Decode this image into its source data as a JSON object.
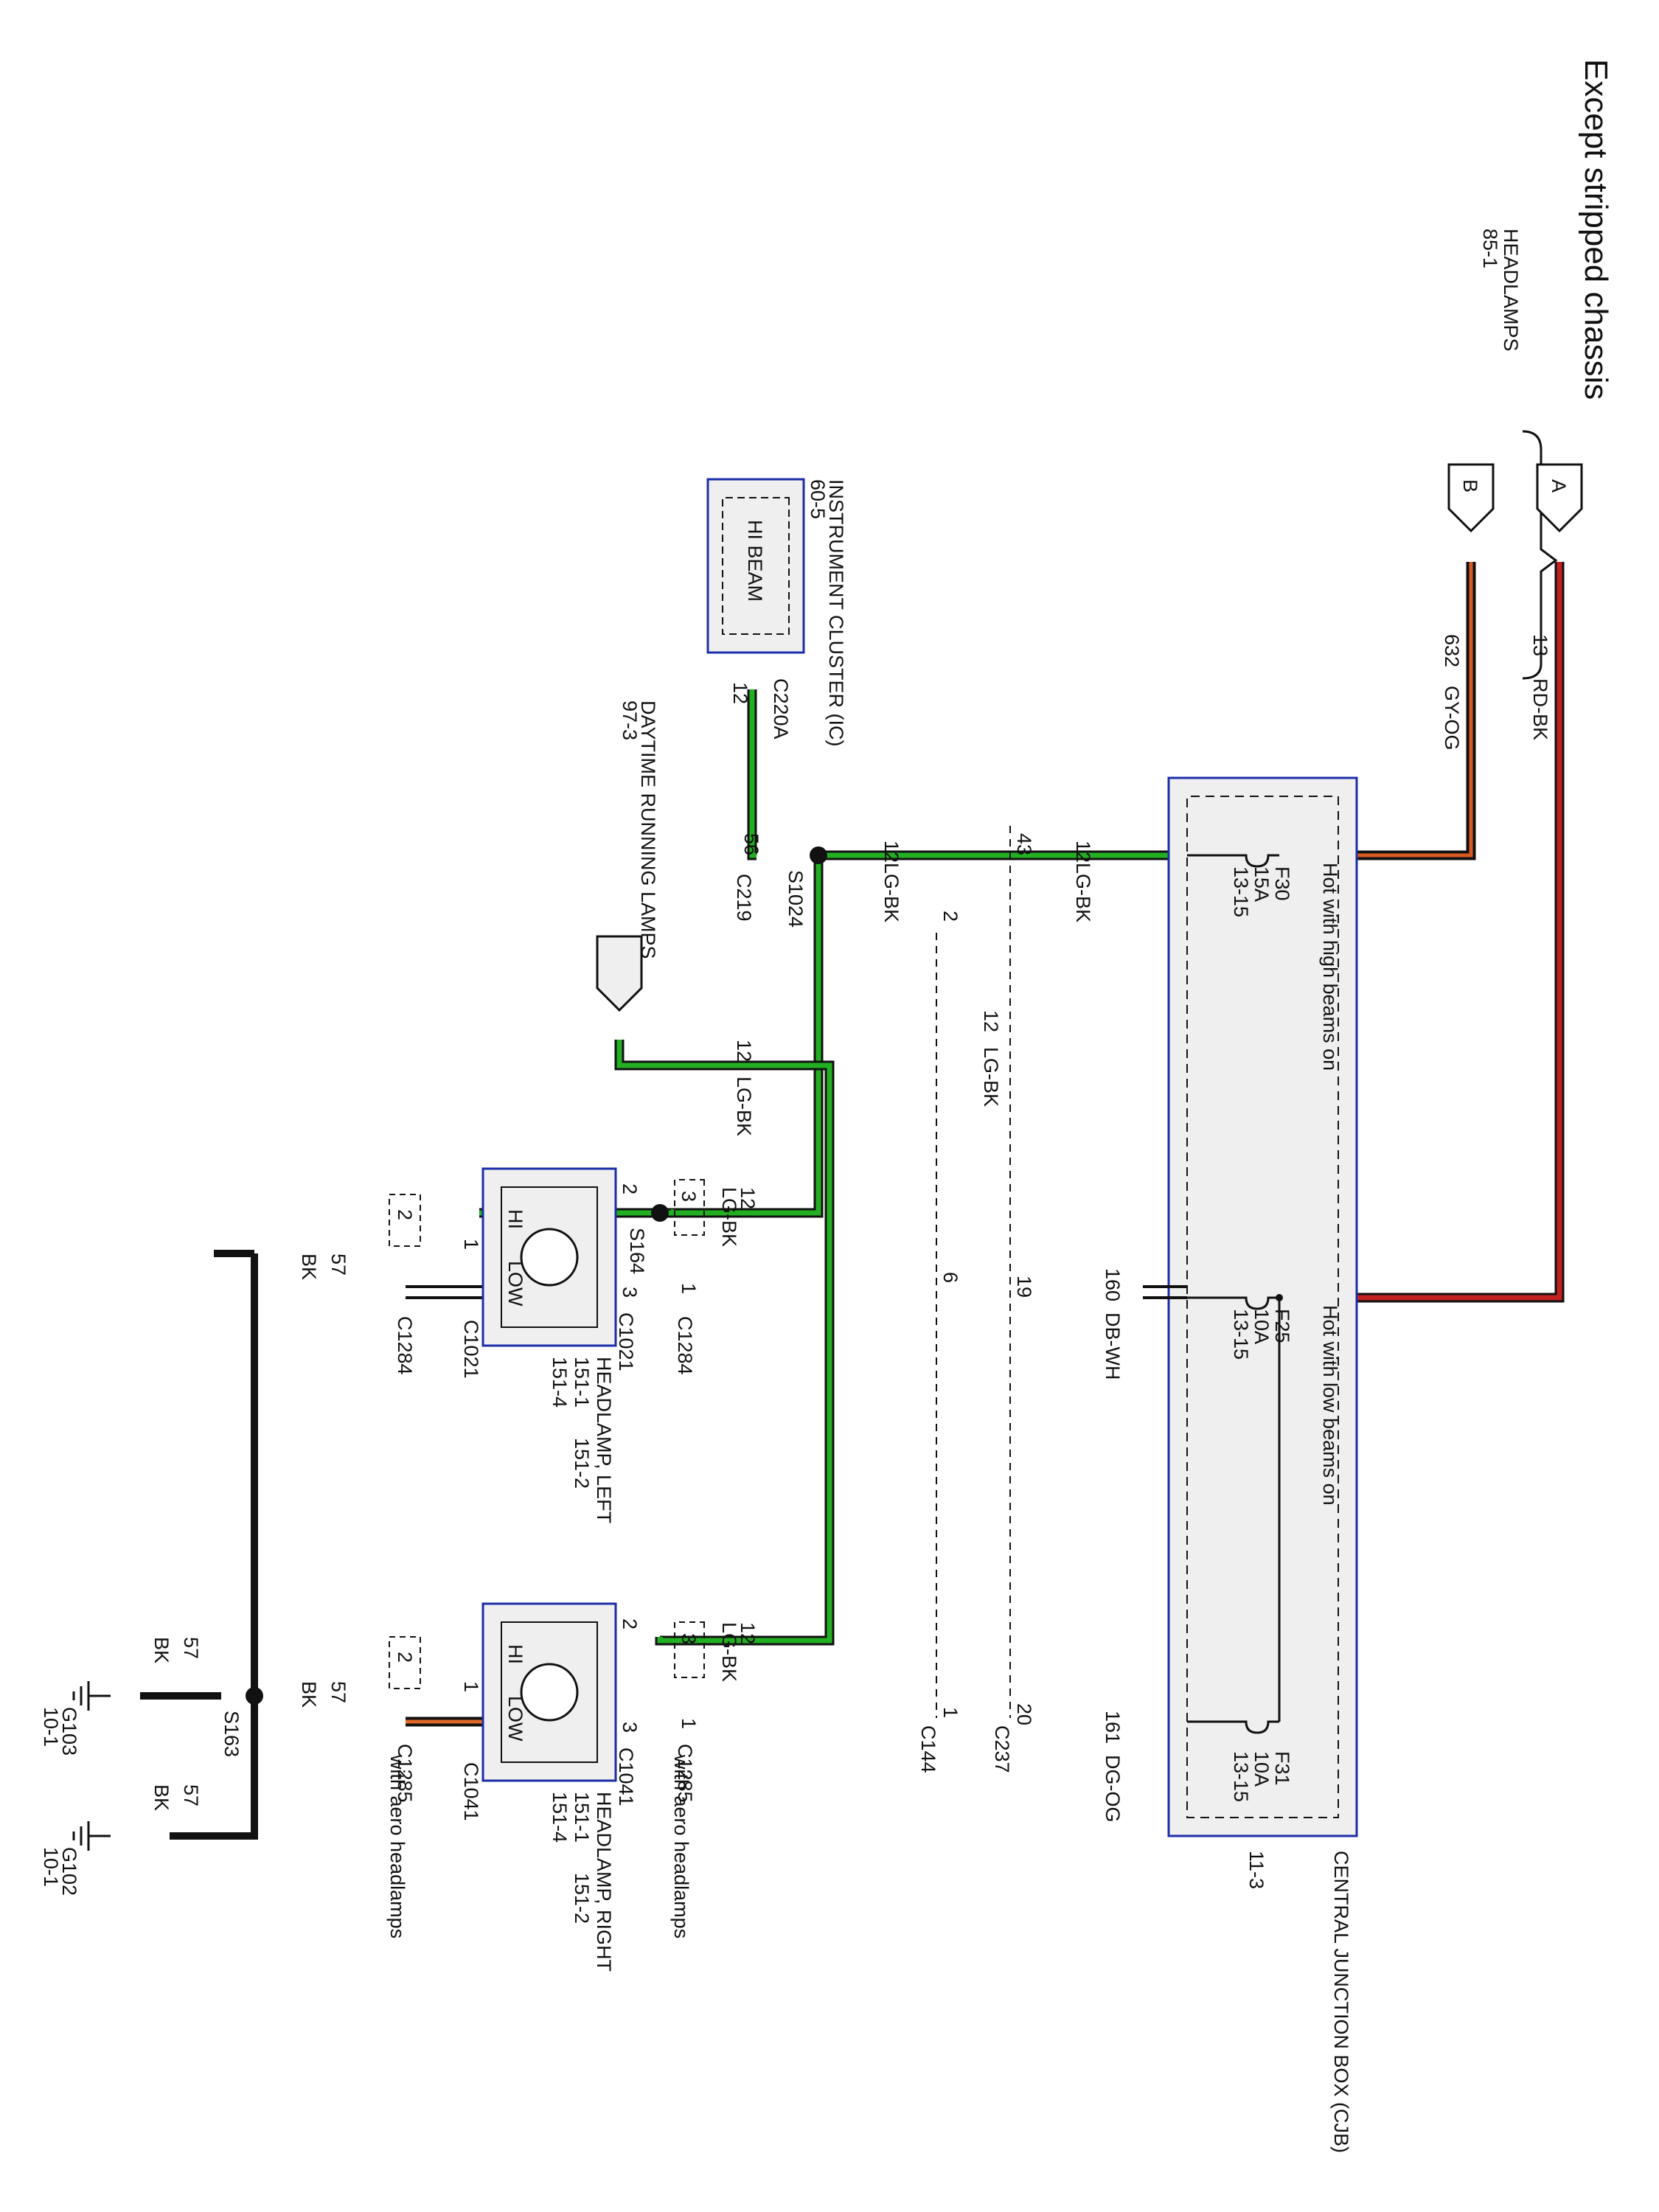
{
  "page_title": "Except stripped chassis",
  "colors": {
    "red_bk": "#c32020",
    "gy_og": "#d85a20",
    "lg_bk": "#22b022",
    "dg_og": "#e06a2a",
    "wire_black": "#111111",
    "box_blue": "#1c2ea8",
    "box_fill": "#efefef"
  },
  "headlamps_ref": {
    "name": "HEADLAMPS",
    "page": "85-1"
  },
  "connectors_in": {
    "a": "A",
    "b": "B"
  },
  "wires": {
    "w13": {
      "circuit": "13",
      "color": "RD-BK"
    },
    "w632": {
      "circuit": "632",
      "color": "GY-OG"
    },
    "w160": {
      "circuit": "160",
      "color": "DB-WH"
    },
    "w161": {
      "circuit": "161",
      "color": "DG-OG"
    },
    "w12": {
      "circuit": "12",
      "color": "LG-BK"
    },
    "w57": {
      "circuit": "57",
      "color": "BK"
    }
  },
  "cjb": {
    "name": "CENTRAL JUNCTION BOX (CJB)",
    "page": "11-3",
    "hi_note": "Hot with high beams on",
    "low_note": "Hot with low beams on",
    "fuses": [
      {
        "id": "F30",
        "rating": "15A",
        "page": "13-15"
      },
      {
        "id": "F25",
        "rating": "10A",
        "page": "13-15"
      },
      {
        "id": "F31",
        "rating": "10A",
        "page": "13-15"
      }
    ]
  },
  "cluster": {
    "name": "INSTRUMENT CLUSTER (IC)",
    "page": "60-5",
    "indicator": "HI BEAM",
    "connector": "C220A",
    "pin": "12"
  },
  "drl": {
    "name": "DAYTIME RUNNING LAMPS",
    "page": "97-3"
  },
  "splices": {
    "s1024": "S1024",
    "s164": "S164",
    "s163": "S163"
  },
  "connectors": {
    "c219": {
      "name": "C219",
      "pin": "56"
    },
    "c237": {
      "name": "C237",
      "pins": [
        "43",
        "19",
        "20"
      ]
    },
    "c144": {
      "name": "C144",
      "pins": [
        "2",
        "6",
        "1"
      ]
    },
    "c1284": {
      "name": "C1284",
      "pins_top": [
        "3",
        "1"
      ],
      "pins_bottom": [
        "2"
      ]
    },
    "c1285": {
      "name": "C1285",
      "pins_top": [
        "3",
        "1"
      ],
      "pins_bottom": [
        "2"
      ]
    },
    "c1021": {
      "name": "C1021",
      "pins": [
        "2",
        "3",
        "1"
      ]
    },
    "c1041": {
      "name": "C1041",
      "pins": [
        "2",
        "3",
        "1"
      ]
    }
  },
  "aero_note": "with aero headlamps",
  "lamps": {
    "left": {
      "name": "HEADLAMP, LEFT",
      "pages": [
        "151-1",
        "151-4",
        "151-2"
      ],
      "hi": "HI",
      "low": "LOW"
    },
    "right": {
      "name": "HEADLAMP, RIGHT",
      "pages": [
        "151-1",
        "151-4",
        "151-2"
      ],
      "hi": "HI",
      "low": "LOW"
    }
  },
  "grounds": {
    "g103": {
      "name": "G103",
      "page": "10-1"
    },
    "g102": {
      "name": "G102",
      "page": "10-1"
    }
  }
}
